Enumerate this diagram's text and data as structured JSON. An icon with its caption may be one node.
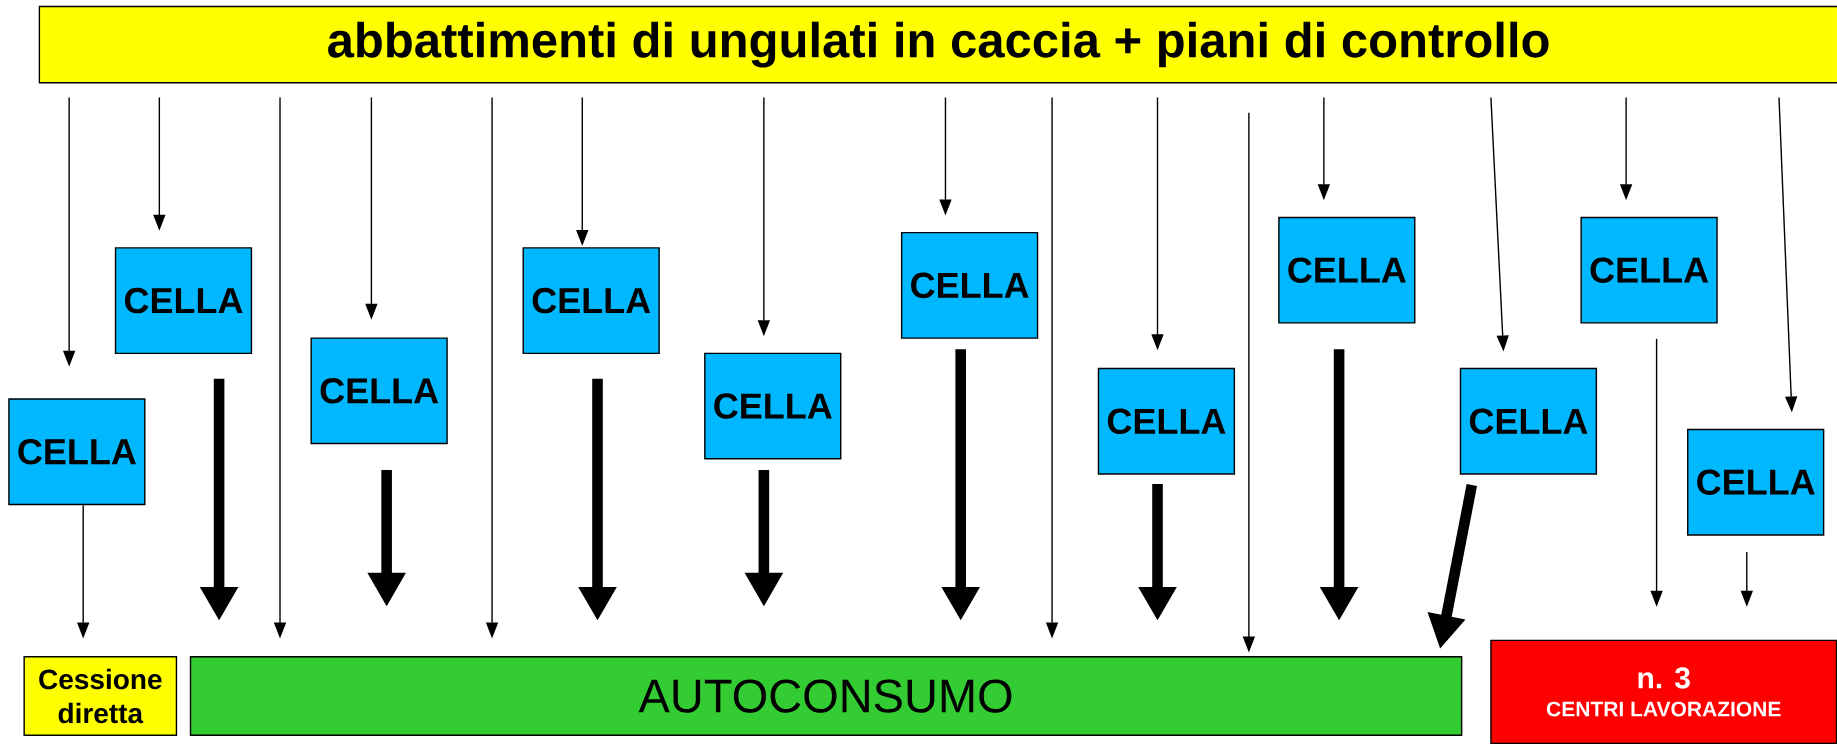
{
  "diagram": {
    "nodes": [
      {
        "text": [
          "abbattimenti di ungulati in caccia  +  piani di controllo"
        ]
      },
      {
        "text": [
          "CELLA"
        ]
      },
      {
        "text": [
          "CELLA"
        ]
      },
      {
        "text": [
          "CELLA"
        ]
      },
      {
        "text": [
          "CELLA"
        ]
      },
      {
        "text": [
          "CELLA"
        ]
      },
      {
        "text": [
          "CELLA"
        ]
      },
      {
        "text": [
          "CELLA"
        ]
      },
      {
        "text": [
          "CELLA"
        ]
      },
      {
        "text": [
          "CELLA"
        ]
      },
      {
        "text": [
          "CELLA"
        ]
      },
      {
        "text": [
          "CELLA"
        ]
      },
      {
        "text": [
          "Cessione diretta"
        ]
      },
      {
        "text": [
          "AUTOCONSUMO"
        ]
      },
      {
        "text": [
          "n. 3",
          "CENTRI LAVORAZIONE"
        ]
      }
    ],
    "edges": [
      {
        "from": 0,
        "to": 1,
        "arrow": "to"
      },
      {
        "from": 1,
        "to": 12,
        "arrow": "to"
      },
      {
        "from": 0,
        "to": 2,
        "arrow": "to"
      },
      {
        "from": 2,
        "to": 13,
        "arrow": "to",
        "style": "thick"
      },
      {
        "from": 0,
        "to": 13,
        "arrow": "to"
      },
      {
        "from": 0,
        "to": 3,
        "arrow": "to"
      },
      {
        "from": 3,
        "to": 13,
        "arrow": "to",
        "style": "thick"
      },
      {
        "from": 0,
        "to": 13,
        "arrow": "to"
      },
      {
        "from": 0,
        "to": 4,
        "arrow": "to"
      },
      {
        "from": 4,
        "to": 13,
        "arrow": "to",
        "style": "thick"
      },
      {
        "from": 0,
        "to": 5,
        "arrow": "to"
      },
      {
        "from": 5,
        "to": 13,
        "arrow": "to",
        "style": "thick"
      },
      {
        "from": 0,
        "to": 6,
        "arrow": "to"
      },
      {
        "from": 6,
        "to": 13,
        "arrow": "to",
        "style": "thick"
      },
      {
        "from": 0,
        "to": 13,
        "arrow": "to"
      },
      {
        "from": 0,
        "to": 7,
        "arrow": "to"
      },
      {
        "from": 7,
        "to": 13,
        "arrow": "to",
        "style": "thick"
      },
      {
        "from": 0,
        "to": 13,
        "arrow": "to"
      },
      {
        "from": 0,
        "to": 8,
        "arrow": "to"
      },
      {
        "from": 8,
        "to": 13,
        "arrow": "to",
        "style": "thick"
      },
      {
        "from": 0,
        "to": 9,
        "arrow": "to"
      },
      {
        "from": 9,
        "to": 13,
        "arrow": "to",
        "style": "thick"
      },
      {
        "from": 0,
        "to": 10,
        "arrow": "to"
      },
      {
        "from": 10,
        "to": 14,
        "arrow": "to"
      },
      {
        "from": 0,
        "to": 11,
        "arrow": "to"
      },
      {
        "from": 11,
        "to": 14,
        "arrow": "to"
      }
    ]
  }
}
